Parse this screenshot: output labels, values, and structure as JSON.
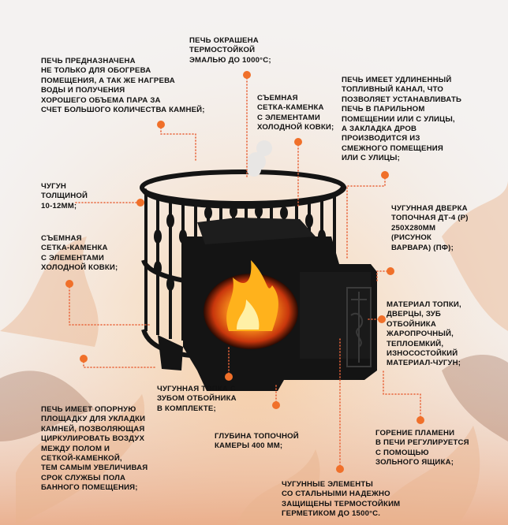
{
  "labels": {
    "enamel": "ПЕЧЬ ОКРАШЕНА\nТЕРМОСТОЙКОЙ\nЭМАЛЬЮ ДО 1000°С;",
    "purpose": "ПЕЧЬ ПРЕДНАЗНАЧЕНА\nНЕ ТОЛЬКО ДЛЯ ОБОГРЕВА\nПОМЕЩЕНИЯ, А ТАК ЖЕ НАГРЕВА\nВОДЫ И ПОЛУЧЕНИЯ\nХОРОШЕГО ОБЪЕМА ПАРА ЗА\nСЧЕТ БОЛЬШОГО  КОЛИЧЕСТВА КАМНЕЙ;",
    "mesh_top": "СЪЕМНАЯ\nСЕТКА-КАМЕНКА\nС ЭЛЕМЕНТАМИ\nХОЛОДНОЙ КОВКИ;",
    "channel": "ПЕЧЬ ИМЕЕТ УДЛИНЕННЫЙ\nТОПЛИВНЫЙ КАНАЛ, ЧТО\nПОЗВОЛЯЕТ УСТАНАВЛИВАТЬ\nПЕЧЬ В ПАРИЛЬНОМ\nПОМЕЩЕНИИ ИЛИ С УЛИЦЫ,\nА ЗАКЛАДКА ДРОВ\nПРОИЗВОДИТСЯ ИЗ\nСМЕЖНОГО ПОМЕЩЕНИЯ\nИЛИ С УЛИЦЫ;",
    "iron": "ЧУГУН\nТОЛЩИНОЙ\n10-12ММ;",
    "door": "ЧУГУННАЯ ДВЕРКА\nТОПОЧНАЯ ДТ-4 (Р)\n250Х280ММ\n(РИСУНОК\nВАРВАРА) (ПФ);",
    "mesh_left": "СЪЕМНАЯ\nСЕТКА-КАМЕНКА\nС ЭЛЕМЕНТАМИ\nХОЛОДНОЙ КОВКИ;",
    "material": "МАТЕРИАЛ ТОПКИ,\nДВЕРЦЫ, ЗУБ\nОТБОЙНИКА\nЖАРОПРОЧНЫЙ,\nТЕПЛОЕМКИЙ,\nИЗНОСОСТОЙКИЙ\nМАТЕРИАЛ-ЧУГУН;",
    "firebox": "ЧУГУННАЯ ТОПКА С\nЗУБОМ ОТБОЙНИКА\nВ КОМПЛЕКТЕ;",
    "platform": "ПЕЧЬ ИМЕЕТ ОПОРНУЮ\nПЛОЩАДКУ ДЛЯ УКЛАДКИ\nКАМНЕЙ, ПОЗВОЛЯЮЩАЯ\nЦИРКУЛИРОВАТЬ ВОЗДУХ\nМЕЖДУ ПОЛОМ И\nСЕТКОЙ-КАМЕНКОЙ,\nТЕМ САМЫМ УВЕЛИЧИВАЯ\nСРОК СЛУЖБЫ ПОЛА\nБАННОГО ПОМЕЩЕНИЯ;",
    "depth": "ГЛУБИНА ТОПОЧНОЙ\nКАМЕРЫ 400 ММ;",
    "flame": "ГОРЕНИЕ ПЛАМЕНИ\nВ ПЕЧИ РЕГУЛИРУЕТСЯ\nС ПОМОЩЬЮ\nЗОЛЬНОГО ЯЩИКА;",
    "sealant": "ЧУГУННЫЕ ЭЛЕМЕНТЫ\nСО СТАЛЬНЫМИ НАДЕЖНО\nЗАЩИЩЕНЫ ТЕРМОСТОЙКИМ\nГЕРМЕТИКОМ ДО 1500°С."
  },
  "colors": {
    "marker": "#f0702a",
    "line": "#e8643a",
    "stove": "#141414"
  }
}
